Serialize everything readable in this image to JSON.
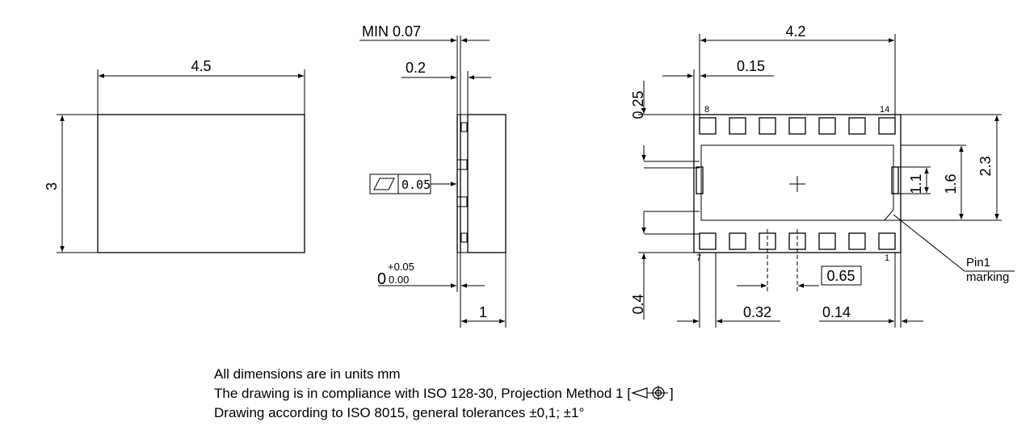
{
  "front_view": {
    "width": "4.5",
    "height": "3"
  },
  "side_view": {
    "min_gap": "MIN 0.07",
    "pad": "0.2",
    "flatness_value": "0.05",
    "standoff_base": "0",
    "standoff_plus": "+0.05",
    "standoff_minus": "0.00",
    "thickness": "1"
  },
  "bottom_view": {
    "length": "4.2",
    "pad_offset": "0.15",
    "top_margin": "0.25",
    "bottom_margin": "0.4",
    "inner_pad": "1.1",
    "inner_gap": "1.6",
    "overall_height": "2.3",
    "pitch_basic": "0.65",
    "pad_width": "0.32",
    "pad_edge": "0.14",
    "pin_top_left": "8",
    "pin_top_right": "14",
    "pin_bottom_left": "7",
    "pin_bottom_right": "1",
    "pin1_label_line1": "Pin1",
    "pin1_label_line2": "marking"
  },
  "notes": {
    "line1": "All dimensions are in units mm",
    "line2_prefix": "The drawing is in compliance with ISO 128-30, Projection Method 1 [",
    "line2_suffix": "]",
    "line3": "Drawing according to ISO 8015, general tolerances ±0,1; ±1°"
  }
}
